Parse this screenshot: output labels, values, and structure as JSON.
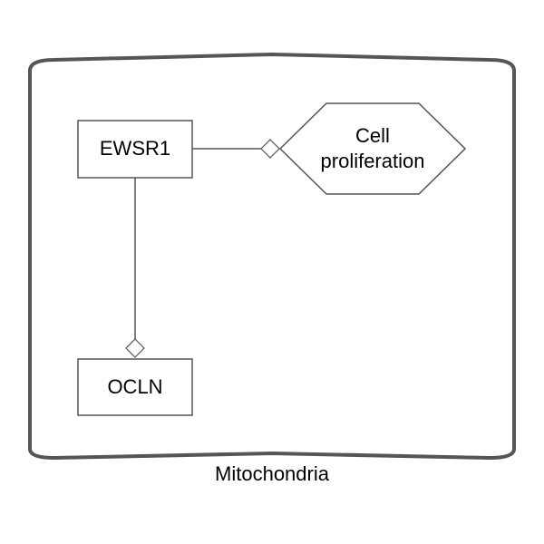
{
  "compartment": {
    "label": "Mitochondria"
  },
  "nodes": {
    "ewsr1": {
      "label": "EWSR1",
      "shape": "rectangle"
    },
    "ocln": {
      "label": "OCLN",
      "shape": "rectangle"
    },
    "cell_proliferation": {
      "label_line1": "Cell",
      "label_line2": "proliferation",
      "shape": "hexagon"
    }
  },
  "edges": [
    {
      "from": "EWSR1",
      "to": "Cell proliferation",
      "arrowhead": "open-diamond"
    },
    {
      "from": "EWSR1",
      "to": "OCLN",
      "arrowhead": "open-diamond"
    }
  ],
  "colors": {
    "stroke": "#555555",
    "compartment_stroke": "#555555",
    "fill": "#ffffff",
    "text": "#000000"
  }
}
